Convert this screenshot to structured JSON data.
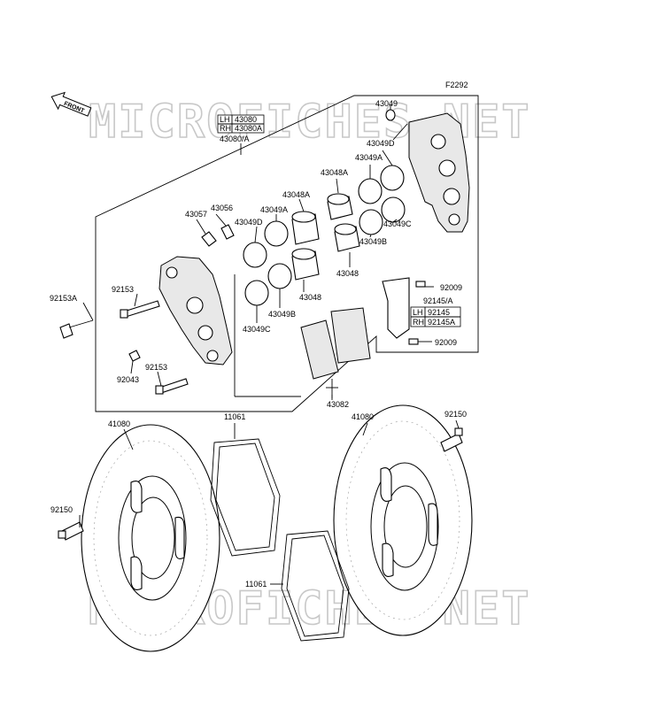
{
  "figure_code": "F2292",
  "front_label": "FRONT",
  "watermark_top": "MICROFICHES.NET",
  "watermark_bottom": "MICROFICHES.NET",
  "callout_box": {
    "lh_tag": "LH",
    "lh_part": "43080",
    "rh_tag": "RH",
    "rh_part": "43080A",
    "label": "43080/A"
  },
  "callout_box_2": {
    "lh_tag": "LH",
    "lh_part": "92145",
    "rh_tag": "RH",
    "rh_part": "92145A",
    "label": "92145/A"
  },
  "labels": {
    "p43049_top": "43049",
    "p43049D_r": "43049D",
    "p43049A_r": "43049A",
    "p43048A_r": "43048A",
    "p43048A_l": "43048A",
    "p43056": "43056",
    "p43057": "43057",
    "p43049A_l": "43049A",
    "p43049D_l": "43049D",
    "p43049C_r": "43049C",
    "p43049B_r": "43049B",
    "p43048_r": "43048",
    "p92009_a": "92009",
    "p92009_b": "92009",
    "p92153A": "92153A",
    "p92153_a": "92153",
    "p92153_b": "92153",
    "p92043": "92043",
    "p43048_l": "43048",
    "p43049B_l": "43049B",
    "p43049C_l": "43049C",
    "p43082": "43082",
    "p11061_top": "11061",
    "p41080_l": "41080",
    "p41080_r": "41080",
    "p92150_r": "92150",
    "p92150_l": "92150",
    "p11061_bot": "11061"
  },
  "icons": [
    "front-arrow-icon",
    "brake-caliper-icon",
    "brake-disc-icon"
  ]
}
